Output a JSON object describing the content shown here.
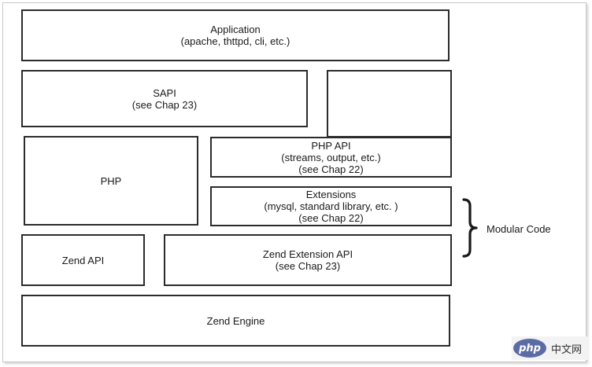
{
  "diagram": {
    "boxes": {
      "application": {
        "title": "Application",
        "sub": "(apache, thttpd, cli, etc.)"
      },
      "sapi": {
        "title": "SAPI",
        "sub": "(see Chap 23)"
      },
      "blank": {},
      "php": {
        "title": "PHP"
      },
      "php_api": {
        "title": "PHP API",
        "sub1": "(streams, output, etc.)",
        "sub2": "(see Chap 22)"
      },
      "extensions": {
        "title": "Extensions",
        "sub1": "(mysql, standard library, etc. )",
        "sub2": "(see Chap 22)"
      },
      "zend_api": {
        "title": "Zend API"
      },
      "zend_extension_api": {
        "title": "Zend Extension API",
        "sub": "(see Chap 23)"
      },
      "zend_engine": {
        "title": "Zend Engine"
      }
    },
    "brace_label": "Modular Code"
  },
  "watermark": {
    "logo_text": "php",
    "site_text": "中文网"
  },
  "colors": {
    "border": "#2b2b2b",
    "watermark_logo": "#5b6ba4"
  }
}
